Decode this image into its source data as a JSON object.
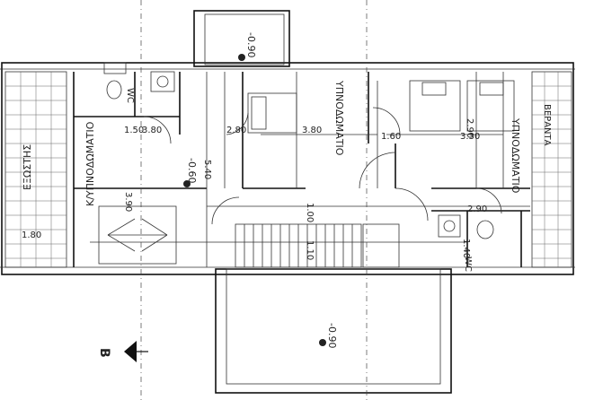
{
  "rooms": {
    "bedroom_left": "K/ΥΠΝΟΔΩΜΑΤΙΟ",
    "bedroom_center": "ΥΠΝΟΔΩΜΑΤΙΟ",
    "bedroom_right": "ΥΠΝΟΔΩΜΑΤΙΟ",
    "balcony_left": "ΕΞΩΣΤΗΣ",
    "veranda_right": "ΒΕΡΑΝΤΑ",
    "wc_top": "WC",
    "wc_right": "WC"
  },
  "levels": {
    "top_terrace": "-0.90",
    "bottom_terrace": "-0.90",
    "bedroom_left": "-0.60"
  },
  "dimensions": {
    "d_540": "5.40",
    "d_380": "3.80",
    "d_280": "2.80",
    "d_380b": "3.80",
    "d_390": "3.90",
    "d_160": "1.60",
    "d_330": "3.30",
    "d_290": "2.90",
    "d_180": "1.80",
    "d_100": "1.00",
    "d_110": "1.10",
    "d_150": "1.50",
    "d_290b": "2.90",
    "d_140": "1.40"
  },
  "section_marker": "B"
}
